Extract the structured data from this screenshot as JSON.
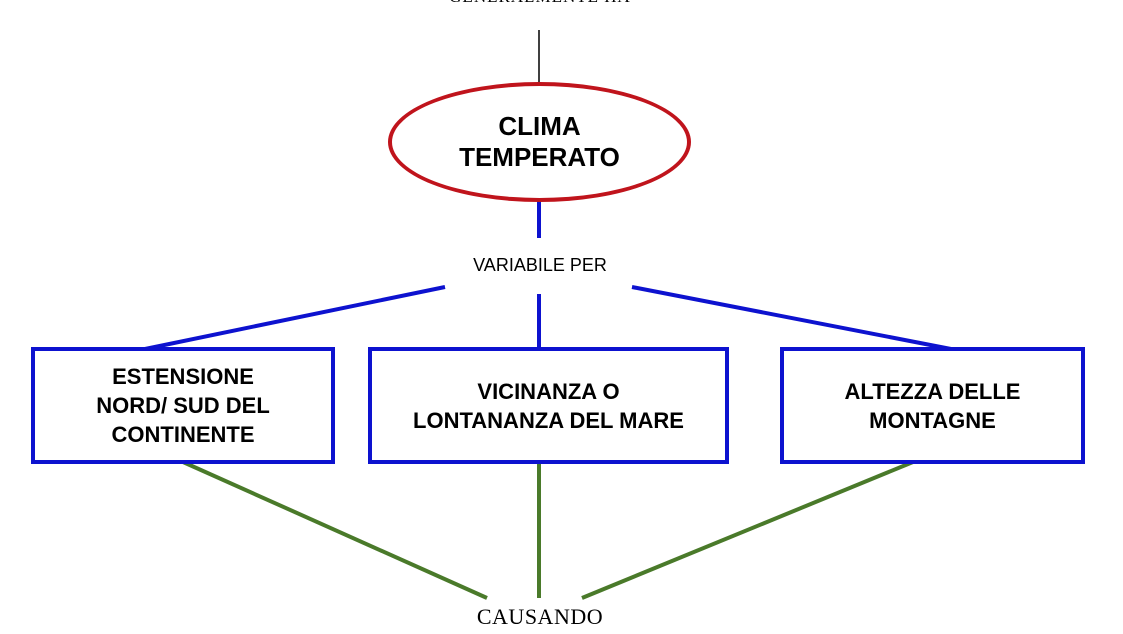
{
  "colors": {
    "main_border": "#c0141c",
    "blue_connector": "#0d12cf",
    "green_connector": "#4a7a2a",
    "top_connector": "#000000"
  },
  "top_label": "GENERALMENTE HA",
  "main_node": {
    "line1": "CLIMA",
    "line2": "TEMPERATO"
  },
  "link_label_1": "VARIABILE PER",
  "factors": [
    {
      "lines": [
        "ESTENSIONE",
        "NORD/ SUD DEL",
        "CONTINENTE"
      ]
    },
    {
      "lines": [
        "VICINANZA O",
        "LONTANANZA DEL MARE"
      ]
    },
    {
      "lines": [
        "ALTEZZA DELLE",
        "MONTAGNE"
      ]
    }
  ],
  "link_label_2": "CAUSANDO"
}
